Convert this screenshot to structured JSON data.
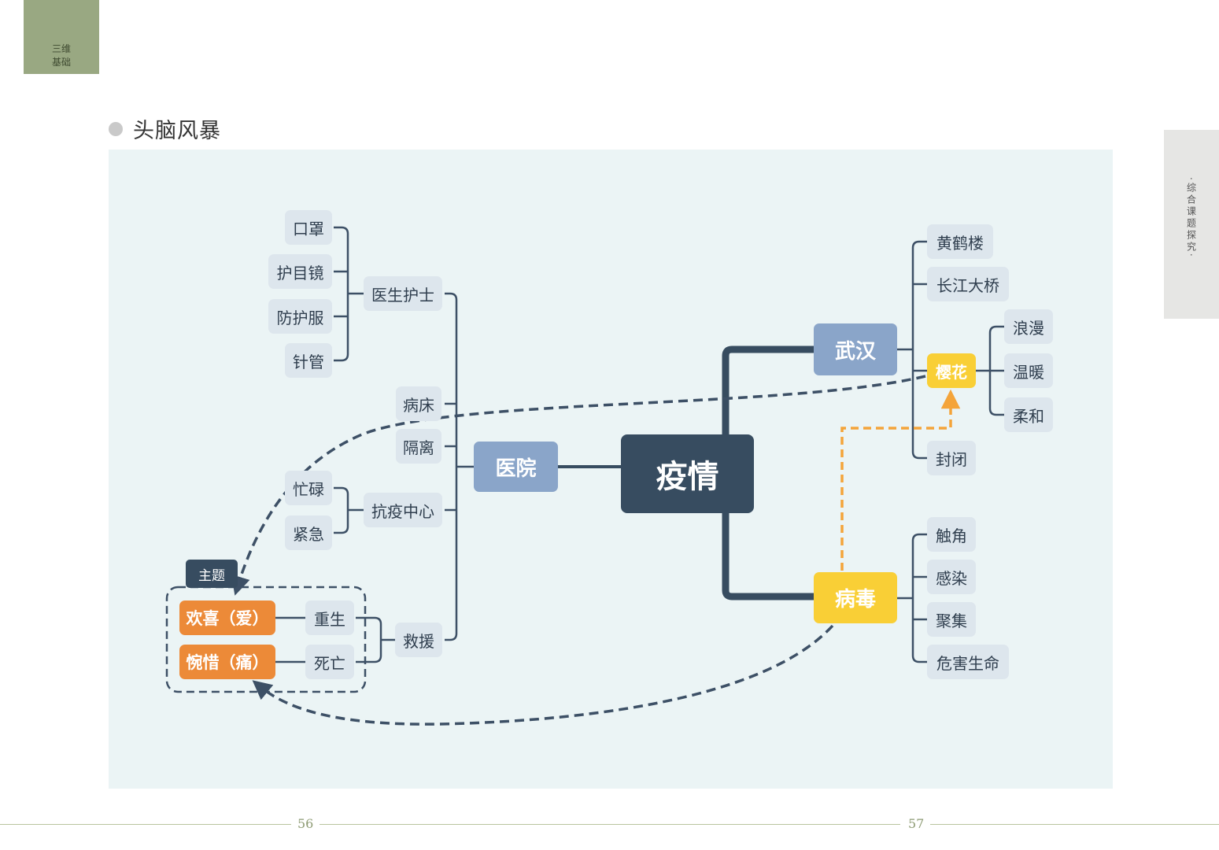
{
  "header": {
    "corner_tab": "三维\n基础",
    "side_tab": "·综合课题探究·",
    "section_title": "头脑风暴"
  },
  "mindmap": {
    "center": "疫情",
    "main_branches": {
      "hospital": "医院",
      "wuhan": "武汉",
      "virus": "病毒"
    },
    "hospital_branch": {
      "doctors": "医生护士",
      "doctors_items": [
        "口罩",
        "护目镜",
        "防护服",
        "针管"
      ],
      "bed": "病床",
      "isolation": "隔离",
      "center": "抗疫中心",
      "center_items": [
        "忙碌",
        "紧急"
      ],
      "rescue": "救援",
      "rescue_items": [
        "重生",
        "死亡"
      ]
    },
    "wuhan_branch": {
      "items": [
        "黄鹤楼",
        "长江大桥",
        "樱花",
        "封闭"
      ],
      "sakura_items": [
        "浪漫",
        "温暖",
        "柔和"
      ]
    },
    "virus_branch": {
      "items": [
        "触角",
        "感染",
        "聚集",
        "危害生命"
      ]
    },
    "theme": {
      "tag": "主题",
      "items": [
        "欢喜（爱）",
        "惋惜（痛）"
      ]
    }
  },
  "footer": {
    "page_left": "56",
    "page_right": "57"
  },
  "colors": {
    "accent_green": "#99a882",
    "dark_node": "#374c60",
    "blue_node": "#8aa5c9",
    "yellow_node": "#f9cf36",
    "orange_node": "#ec8a38",
    "panel_bg": "#ebf4f5"
  }
}
